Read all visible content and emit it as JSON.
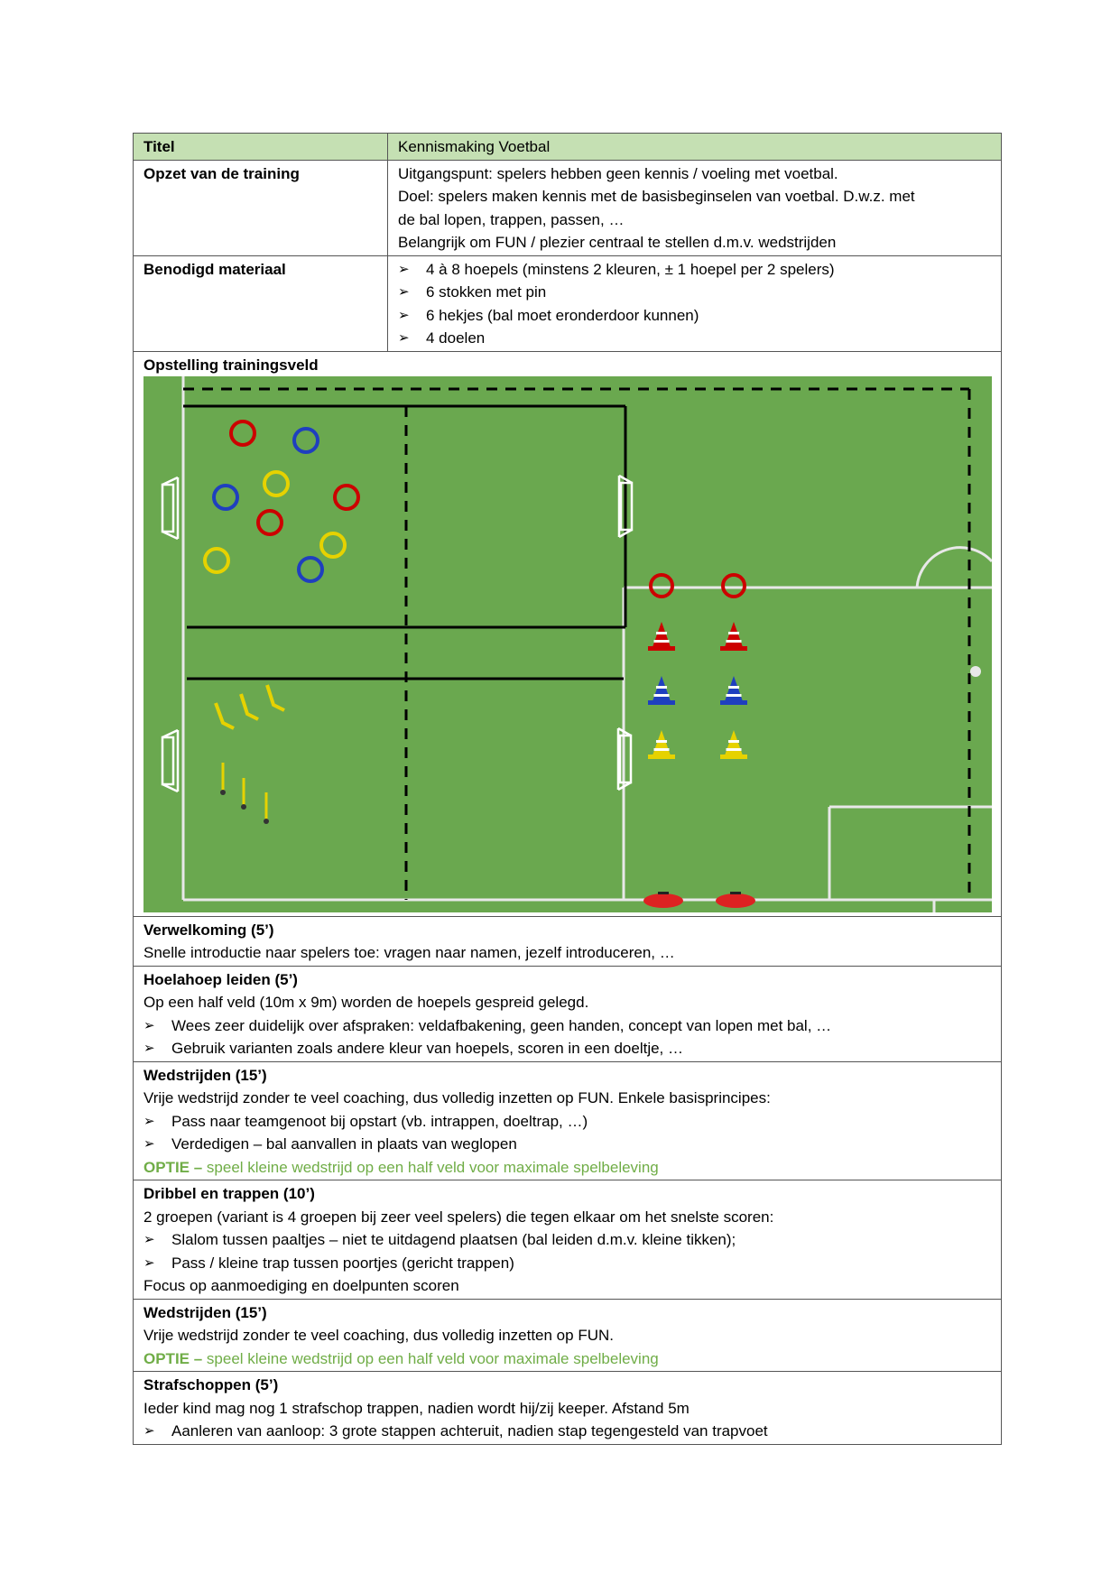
{
  "header": {
    "label": "Titel",
    "value": "Kennismaking Voetbal"
  },
  "opzet": {
    "label": "Opzet van de training",
    "lines": [
      "Uitgangspunt: spelers hebben geen kennis / voeling met voetbal.",
      "Doel: spelers maken kennis met de basisbeginselen van voetbal. D.w.z. met",
      "de bal lopen, trappen, passen, …",
      "Belangrijk om FUN / plezier centraal te stellen d.m.v. wedstrijden"
    ]
  },
  "materiaal": {
    "label": "Benodigd materiaal",
    "items": [
      "4 à 8 hoepels (minstens 2 kleuren, ± 1 hoepel per 2 spelers)",
      "6 stokken met pin",
      "6 hekjes (bal moet eronderdoor kunnen)",
      "4 doelen"
    ]
  },
  "field": {
    "title": "Opstelling trainingsveld",
    "grass_color": "#6aa84f",
    "hoop_colors": [
      "#cc0000",
      "#1f3fbf",
      "#e6d200"
    ]
  },
  "sections": [
    {
      "title": "Verwelkoming (5’)",
      "lines": [
        "Snelle introductie naar spelers toe: vragen naar namen, jezelf introduceren, …"
      ],
      "bullets": [],
      "tail": "",
      "option": null
    },
    {
      "title": "Hoelahoep leiden (5’)",
      "lines": [
        "Op een half veld (10m x 9m) worden de hoepels gespreid gelegd."
      ],
      "bullets": [
        "Wees zeer duidelijk over afspraken: veldafbakening, geen handen, concept van lopen met bal, …",
        "Gebruik varianten zoals andere kleur van hoepels, scoren in een doeltje, …"
      ],
      "tail": "",
      "option": null
    },
    {
      "title": "Wedstrijden (15’)",
      "lines": [
        "Vrije wedstrijd zonder te veel coaching, dus volledig inzetten op FUN. Enkele basisprincipes:"
      ],
      "bullets": [
        "Pass naar teamgenoot bij opstart (vb. intrappen, doeltrap, …)",
        "Verdedigen – bal aanvallen in plaats van weglopen"
      ],
      "tail": "",
      "option": {
        "label": "OPTIE –",
        "text": " speel kleine wedstrijd op een half veld voor maximale spelbeleving"
      }
    },
    {
      "title": "Dribbel en trappen (10’)",
      "lines": [
        "2 groepen (variant is 4 groepen bij zeer veel spelers) die tegen elkaar om het snelste scoren:"
      ],
      "bullets": [
        "Slalom tussen paaltjes – niet te uitdagend plaatsen (bal leiden d.m.v. kleine tikken);",
        "Pass / kleine trap tussen poortjes (gericht trappen)"
      ],
      "tail": "Focus op aanmoediging en doelpunten scoren",
      "option": null
    },
    {
      "title": "Wedstrijden (15’)",
      "lines": [
        "Vrije wedstrijd zonder te veel coaching, dus volledig inzetten op FUN."
      ],
      "bullets": [],
      "tail": "",
      "option": {
        "label": "OPTIE –",
        "text": " speel kleine wedstrijd op een half veld voor maximale spelbeleving"
      }
    },
    {
      "title": "Strafschoppen (5’)",
      "lines": [
        "Ieder kind mag nog 1 strafschop trappen, nadien wordt hij/zij keeper. Afstand 5m"
      ],
      "bullets": [
        "Aanleren van aanloop: 3 grote stappen achteruit, nadien stap tegengesteld van trapvoet"
      ],
      "tail": "",
      "option": null
    }
  ]
}
